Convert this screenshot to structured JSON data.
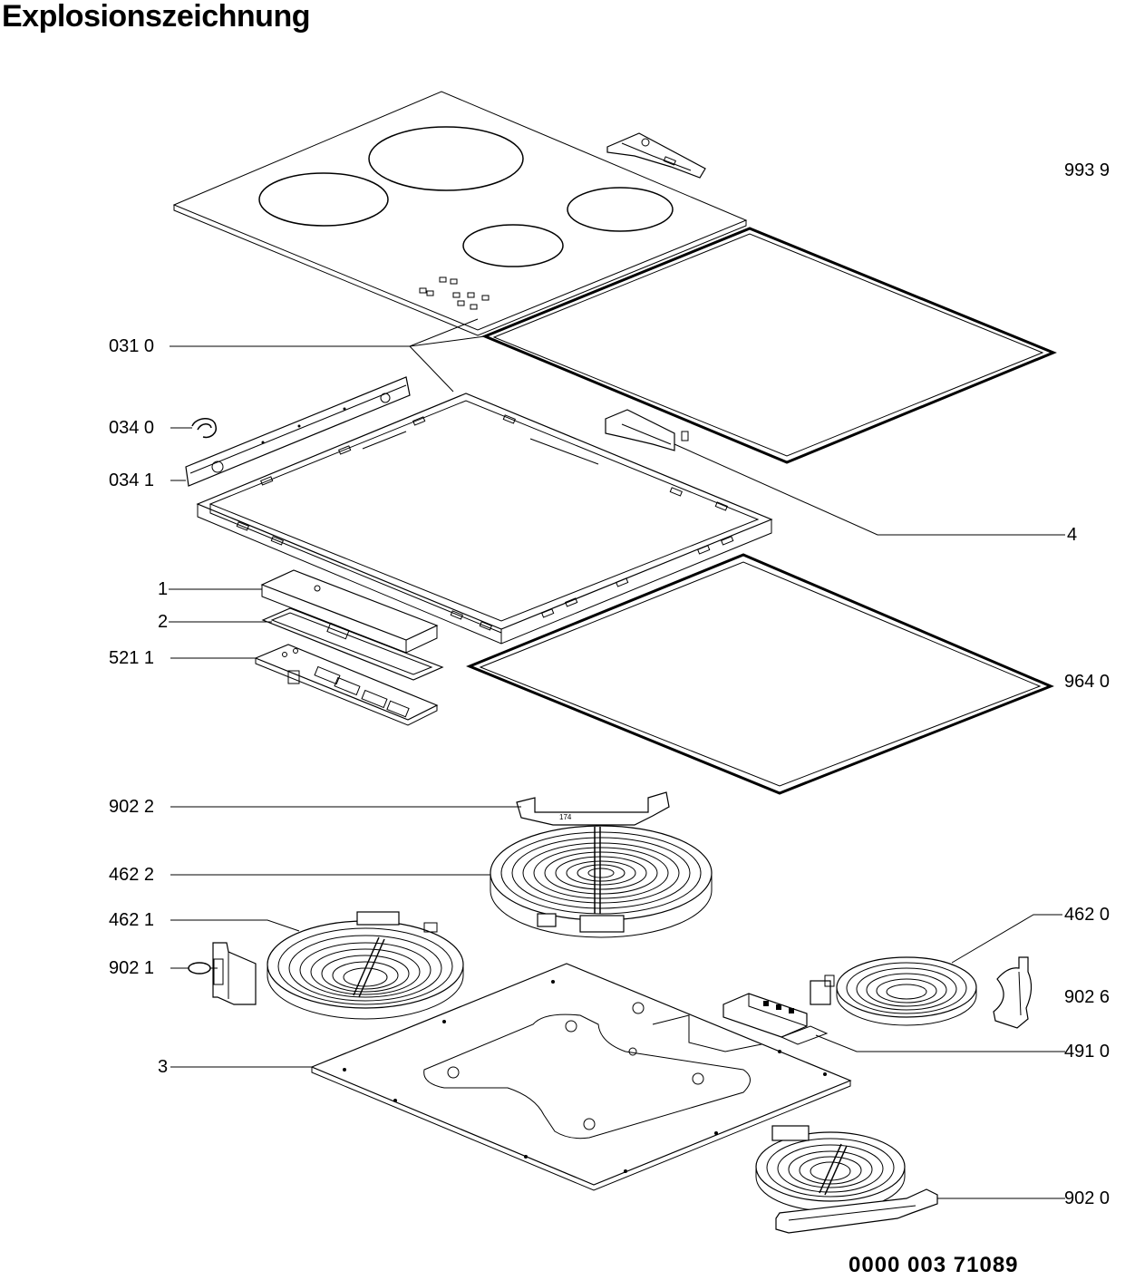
{
  "title": "Explosionszeichnung",
  "document_number": "0000 003 71089",
  "part_labels": [
    {
      "id": "p9939",
      "text": "993 9"
    },
    {
      "id": "p0310",
      "text": "031 0"
    },
    {
      "id": "p0340",
      "text": "034 0"
    },
    {
      "id": "p0341",
      "text": "034 1"
    },
    {
      "id": "p4",
      "text": "4"
    },
    {
      "id": "p1",
      "text": "1"
    },
    {
      "id": "p2",
      "text": "2"
    },
    {
      "id": "p5211",
      "text": "521 1"
    },
    {
      "id": "p9640",
      "text": "964 0"
    },
    {
      "id": "p9022",
      "text": "902 2"
    },
    {
      "id": "p4622",
      "text": "462 2"
    },
    {
      "id": "p4621",
      "text": "462 1"
    },
    {
      "id": "p9021",
      "text": "902 1"
    },
    {
      "id": "p4620",
      "text": "462 0"
    },
    {
      "id": "p9026",
      "text": "902 6"
    },
    {
      "id": "p3",
      "text": "3"
    },
    {
      "id": "p4910",
      "text": "491 0"
    },
    {
      "id": "p9020",
      "text": "902 0"
    }
  ]
}
